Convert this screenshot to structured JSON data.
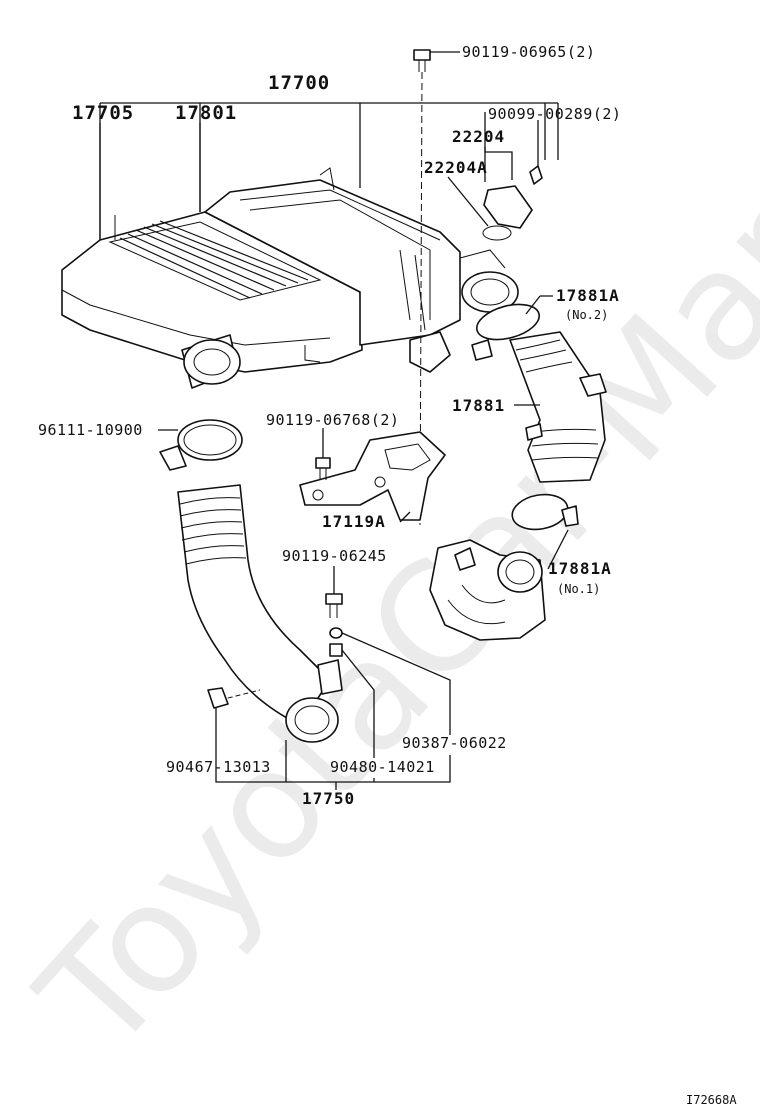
{
  "watermark": "ToyotaCar-Mart.ru",
  "figure_code": "I72668A",
  "labels": {
    "p17700": "17700",
    "p17705": "17705",
    "p17801": "17801",
    "p90119_06965": "90119-06965(2)",
    "p90099_00289": "90099-00289(2)",
    "p22204": "22204",
    "p22204A": "22204A",
    "p17881A_no2": "17881A",
    "no2": "(No.2)",
    "p17881": "17881",
    "p96111_10900": "96111-10900",
    "p90119_06768": "90119-06768(2)",
    "p17119A": "17119A",
    "p90119_06245": "90119-06245",
    "p17881A_no1": "17881A",
    "no1": "(No.1)",
    "p90387_06022": "90387-06022",
    "p90467_13013": "90467-13013",
    "p90480_14021": "90480-14021",
    "p17750": "17750"
  }
}
